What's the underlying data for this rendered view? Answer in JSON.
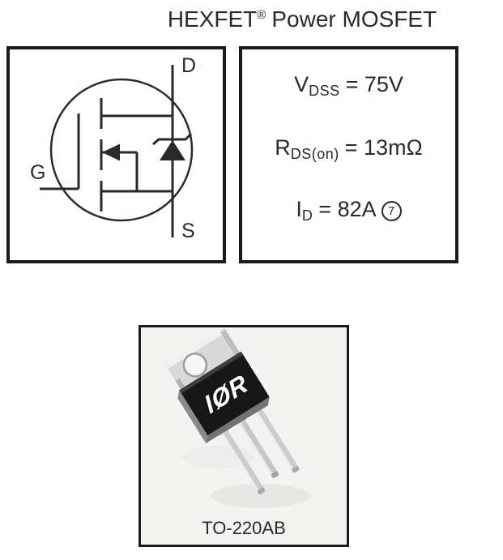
{
  "page": {
    "title_main": "HEXFET",
    "title_reg": "®",
    "title_rest": "Power MOSFET"
  },
  "symbol_diagram": {
    "drain_label": "D",
    "gate_label": "G",
    "source_label": "S"
  },
  "specs": {
    "vdss": {
      "sym": "V",
      "sub": "DSS",
      "value": "= 75V"
    },
    "rdson": {
      "sym": "R",
      "sub": "DS(on)",
      "value": "= 13mΩ"
    },
    "id": {
      "sym": "I",
      "sub": "D",
      "value": "= 82A",
      "note": "7"
    }
  },
  "package": {
    "logo": "IØR",
    "label": "TO-220AB"
  },
  "colors": {
    "ink": "#2a2a2a",
    "box_border": "#1b1b1b",
    "page_bg": "#ffffff",
    "package_bg": "#f3f3f1",
    "package_body": "#171717",
    "metal_tab": "#d9d9d9",
    "lead": "#cccccc"
  }
}
